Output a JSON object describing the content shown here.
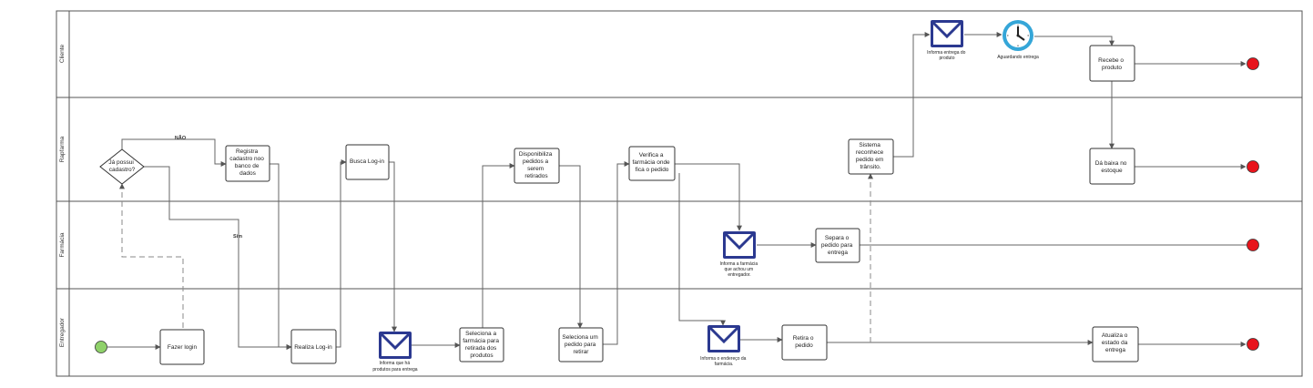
{
  "lanes": [
    {
      "id": "cliente",
      "label": "Cliente"
    },
    {
      "id": "rapfarma",
      "label": "Rapfarma"
    },
    {
      "id": "farmacia",
      "label": "Farmácia"
    },
    {
      "id": "entregador",
      "label": "Entregador"
    }
  ],
  "nodes": {
    "start": {
      "label": ""
    },
    "fazer_login": {
      "lines": [
        "Fazer login"
      ]
    },
    "gateway": {
      "lines": [
        "Já possui",
        "cadastro?"
      ]
    },
    "registra": {
      "lines": [
        "Registra",
        "cadastro noo",
        "banco de",
        "dados"
      ]
    },
    "realiza_login": {
      "lines": [
        "Realiza Log-in"
      ]
    },
    "busca_login": {
      "lines": [
        "Busca Log-in"
      ]
    },
    "msg_produtos": {
      "lines": [
        "Informa que há",
        "produtos para entrega"
      ]
    },
    "seleciona_farmacia": {
      "lines": [
        "Seleciona a",
        "farmácia para",
        "retirada dos",
        "produtos"
      ]
    },
    "disponibiliza": {
      "lines": [
        "Disponibiliza",
        "pedidos a",
        "serem",
        "retirados"
      ]
    },
    "seleciona_pedido": {
      "lines": [
        "Seleciona um",
        "pedido para",
        "retirar"
      ]
    },
    "verifica": {
      "lines": [
        "Verifica a",
        "farmácia onde",
        "fica o pedido"
      ]
    },
    "msg_farmacia": {
      "lines": [
        "Informa a farmácia",
        "que achou um",
        "entregador."
      ]
    },
    "msg_endereco": {
      "lines": [
        "Informa o endereço da",
        "farmácia."
      ]
    },
    "separa": {
      "lines": [
        "Separa o",
        "pedido para",
        "entrega"
      ]
    },
    "retira": {
      "lines": [
        "Retira o",
        "pedido"
      ]
    },
    "sistema": {
      "lines": [
        "Sistema",
        "reconhece",
        "pedido em",
        "trânsito."
      ]
    },
    "msg_cliente": {
      "lines": [
        "Informa entrega do",
        "produto"
      ]
    },
    "timer": {
      "lines": [
        "Aguardando entrega"
      ]
    },
    "recebe": {
      "lines": [
        "Recebe o",
        "produto"
      ]
    },
    "da_baixa": {
      "lines": [
        "Dá baixa no",
        "estoque"
      ]
    },
    "atualiza": {
      "lines": [
        "Atualiza o",
        "estado da",
        "entrega"
      ]
    }
  },
  "edge_labels": {
    "nao": "NÃO",
    "sim": "Sim"
  },
  "colors": {
    "start_fill": "#8fd16a",
    "end_fill": "#e8141c",
    "message": "#2b3990",
    "timer": "#35a6d8"
  }
}
